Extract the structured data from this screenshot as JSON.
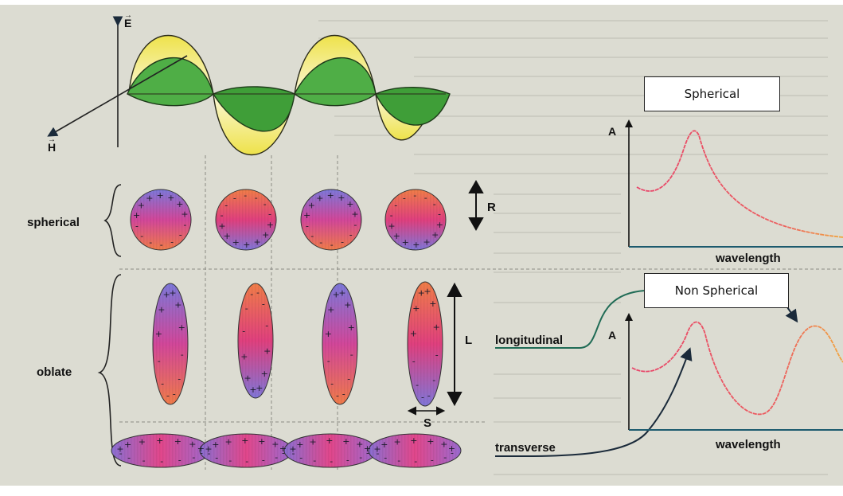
{
  "field_labels": {
    "e": "E",
    "h": "H"
  },
  "rows": {
    "spherical": "spherical",
    "oblate": "oblate"
  },
  "dimensions": {
    "r": "R",
    "l": "L",
    "s": "S"
  },
  "modes": {
    "longitudinal": "longitudinal",
    "transverse": "transverse"
  },
  "charge": {
    "plus": "+",
    "minus": "-"
  },
  "spherical_chart": {
    "box_label": "Spherical",
    "ylabel": "A",
    "xlabel": "wavelength"
  },
  "nonspherical_chart": {
    "box_label": "Non Spherical",
    "ylabel": "A",
    "xlabel": "wavelength"
  },
  "colors": {
    "page_bg": "#dcdcd2",
    "curve": "#e8456a",
    "peak_end": "#f2a640",
    "particle_blue": "#8074d8",
    "particle_pink": "#e2447e",
    "particle_orange": "#ee7f43",
    "e_wave": "#e6d63a",
    "h_wave": "#43a83c"
  }
}
